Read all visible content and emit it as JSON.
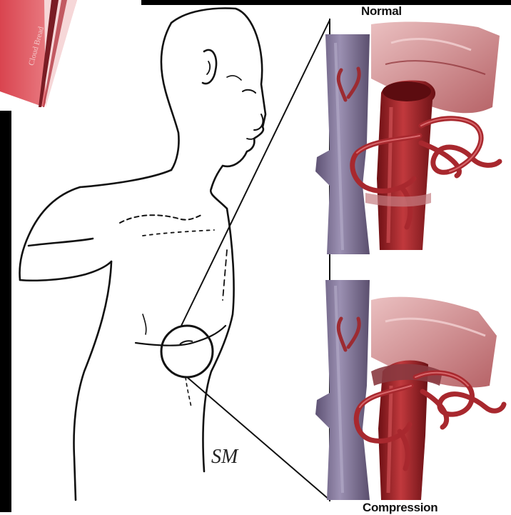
{
  "labels": {
    "normal": "Normal",
    "compression": "Compression",
    "corner_brand": "Cloud Bread",
    "signature": "SM"
  },
  "colors": {
    "background": "#ffffff",
    "frame_black": "#000000",
    "accent_red": "#e0555f",
    "vein_purple": "#7d6f93",
    "artery_red": "#a8282e",
    "fascia_pink": "#c98a8d"
  },
  "icons": {
    "magnifier_circle": "zoom-circle-icon"
  }
}
